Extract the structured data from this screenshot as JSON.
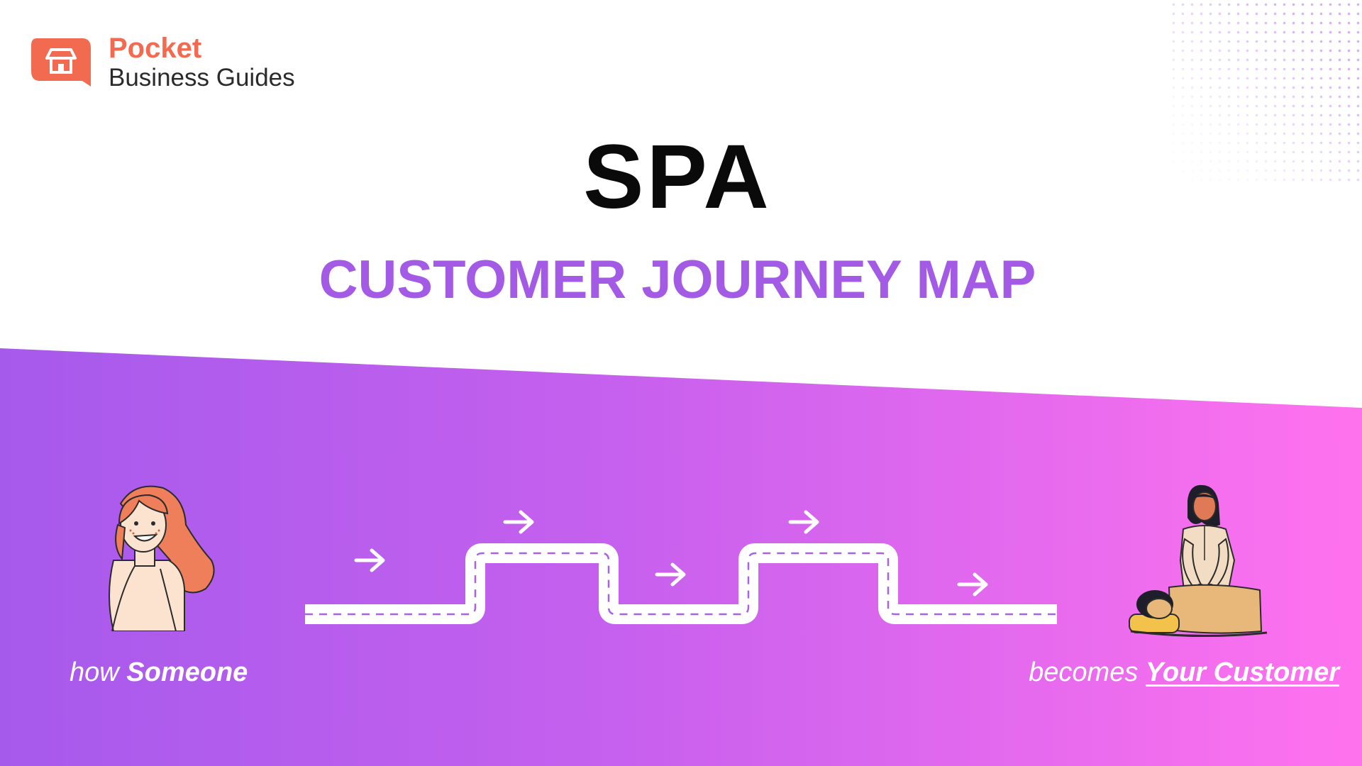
{
  "brand": {
    "name": "Pocket",
    "tagline": "Business Guides",
    "icon": "shop-icon",
    "color": "#f26a4f"
  },
  "title": "SPA",
  "subtitle": "CUSTOMER JOURNEY MAP",
  "caption_left": {
    "prefix": "how",
    "emphasis": "Someone"
  },
  "caption_right": {
    "prefix": "becomes",
    "emphasis": "Your Customer"
  },
  "colors": {
    "accent": "#a35be6",
    "gradient_start": "#a65aec",
    "gradient_end": "#ff72ee",
    "title": "#0a0a0a"
  }
}
